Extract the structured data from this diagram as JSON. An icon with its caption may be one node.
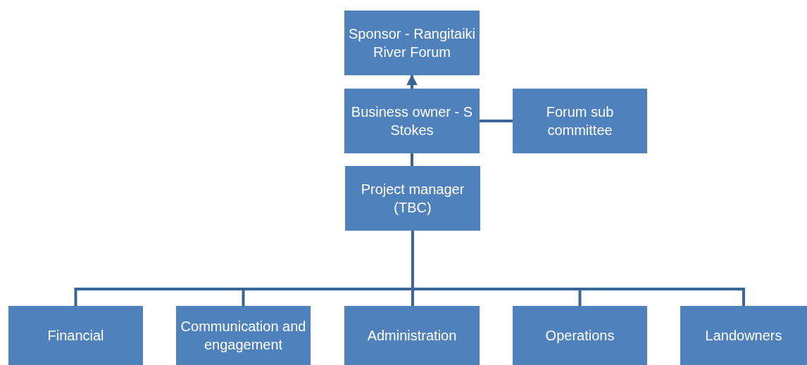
{
  "diagram": {
    "nodes": [
      {
        "text": [
          "Sponsor - Rangitaiki River Forum"
        ]
      },
      {
        "text": [
          "Business owner - S Stokes"
        ]
      },
      {
        "text": [
          "Forum sub committee"
        ]
      },
      {
        "text": [
          "Project manager (TBC)"
        ]
      },
      {
        "text": [
          "Financial"
        ]
      },
      {
        "text": [
          "Communication and engagement"
        ]
      },
      {
        "text": [
          "Administration"
        ]
      },
      {
        "text": [
          "Operations"
        ]
      },
      {
        "text": [
          "Landowners"
        ]
      }
    ],
    "edges": [
      {
        "from": 1,
        "to": 0,
        "arrow": "to"
      },
      {
        "from": 1,
        "to": 2,
        "arrow": "none"
      },
      {
        "from": 1,
        "to": 3,
        "arrow": "none"
      },
      {
        "from": 3,
        "to": 4,
        "arrow": "none"
      },
      {
        "from": 3,
        "to": 5,
        "arrow": "none"
      },
      {
        "from": 3,
        "to": 6,
        "arrow": "none"
      },
      {
        "from": 3,
        "to": 7,
        "arrow": "none"
      },
      {
        "from": 3,
        "to": 8,
        "arrow": "none"
      }
    ]
  }
}
